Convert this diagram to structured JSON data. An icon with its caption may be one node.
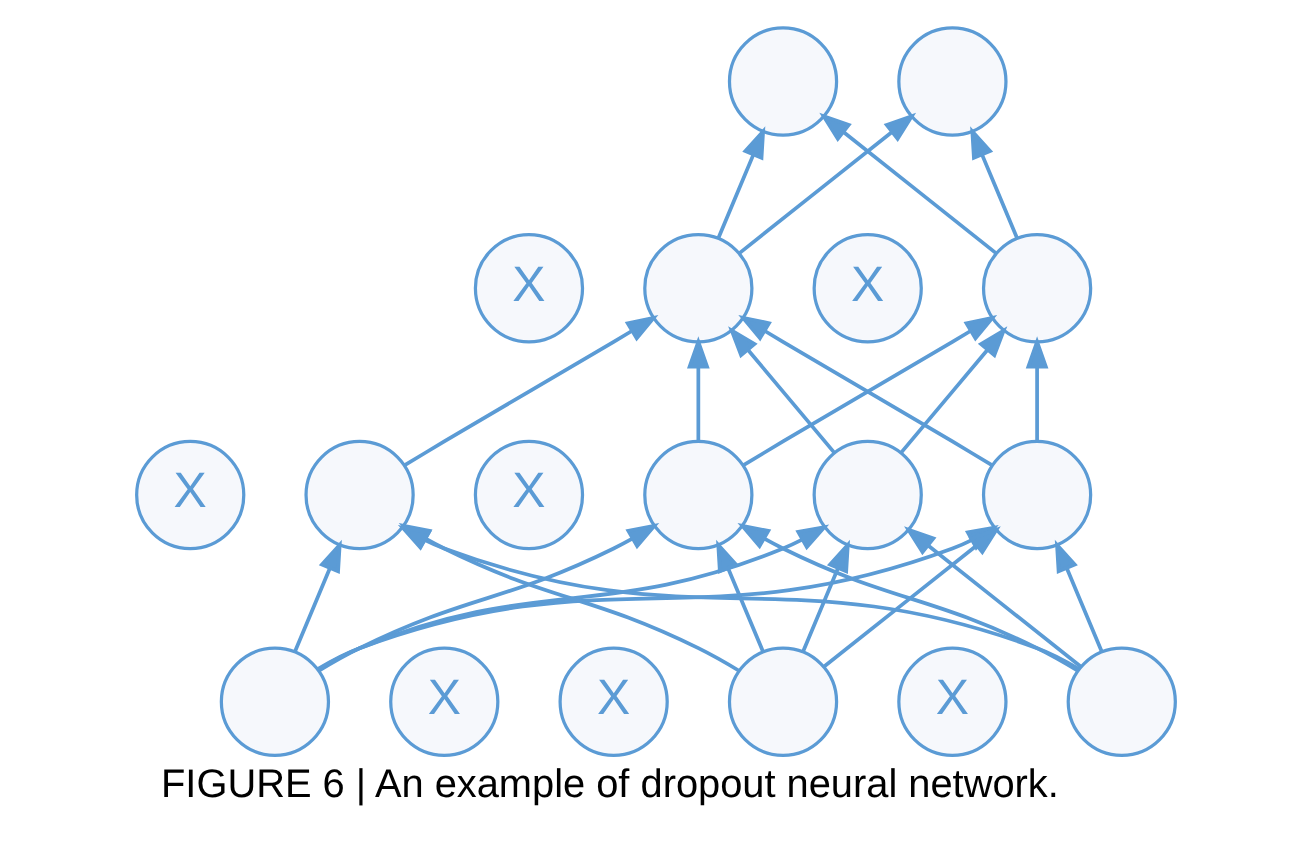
{
  "diagram": {
    "caption": "FIGURE 6 | An example of dropout neural network.",
    "nodes": [
      {
        "text": [],
        "shape": "circle"
      },
      {
        "text": [],
        "shape": "circle"
      },
      {
        "text": [
          "X"
        ]
      },
      {
        "text": [],
        "shape": "circle"
      },
      {
        "text": [
          "X"
        ]
      },
      {
        "text": [],
        "shape": "circle"
      },
      {
        "text": [
          "X"
        ]
      },
      {
        "text": [],
        "shape": "circle"
      },
      {
        "text": [
          "X"
        ]
      },
      {
        "text": [],
        "shape": "circle"
      },
      {
        "text": [],
        "shape": "circle"
      },
      {
        "text": [],
        "shape": "circle"
      },
      {
        "text": [],
        "shape": "circle"
      },
      {
        "text": [
          "X"
        ]
      },
      {
        "text": [
          "X"
        ]
      },
      {
        "text": [],
        "shape": "circle"
      },
      {
        "text": [
          "X"
        ]
      },
      {
        "text": [],
        "shape": "circle"
      }
    ],
    "edges": [
      {
        "from": 3,
        "to": 0,
        "arrow": "to"
      },
      {
        "from": 3,
        "to": 1,
        "arrow": "to"
      },
      {
        "from": 5,
        "to": 0,
        "arrow": "to"
      },
      {
        "from": 5,
        "to": 1,
        "arrow": "to"
      },
      {
        "from": 7,
        "to": 3,
        "arrow": "to"
      },
      {
        "from": 9,
        "to": 3,
        "arrow": "to"
      },
      {
        "from": 9,
        "to": 5,
        "arrow": "to"
      },
      {
        "from": 10,
        "to": 3,
        "arrow": "to"
      },
      {
        "from": 10,
        "to": 5,
        "arrow": "to"
      },
      {
        "from": 11,
        "to": 3,
        "arrow": "to"
      },
      {
        "from": 11,
        "to": 5,
        "arrow": "to"
      },
      {
        "from": 12,
        "to": 7,
        "arrow": "to"
      },
      {
        "from": 12,
        "to": 9,
        "arrow": "to"
      },
      {
        "from": 12,
        "to": 10,
        "arrow": "to"
      },
      {
        "from": 12,
        "to": 11,
        "arrow": "to"
      },
      {
        "from": 15,
        "to": 7,
        "arrow": "to"
      },
      {
        "from": 15,
        "to": 9,
        "arrow": "to"
      },
      {
        "from": 15,
        "to": 10,
        "arrow": "to"
      },
      {
        "from": 15,
        "to": 11,
        "arrow": "to"
      },
      {
        "from": 17,
        "to": 7,
        "arrow": "to"
      },
      {
        "from": 17,
        "to": 9,
        "arrow": "to"
      },
      {
        "from": 17,
        "to": 10,
        "arrow": "to"
      },
      {
        "from": 17,
        "to": 11,
        "arrow": "to"
      }
    ]
  }
}
